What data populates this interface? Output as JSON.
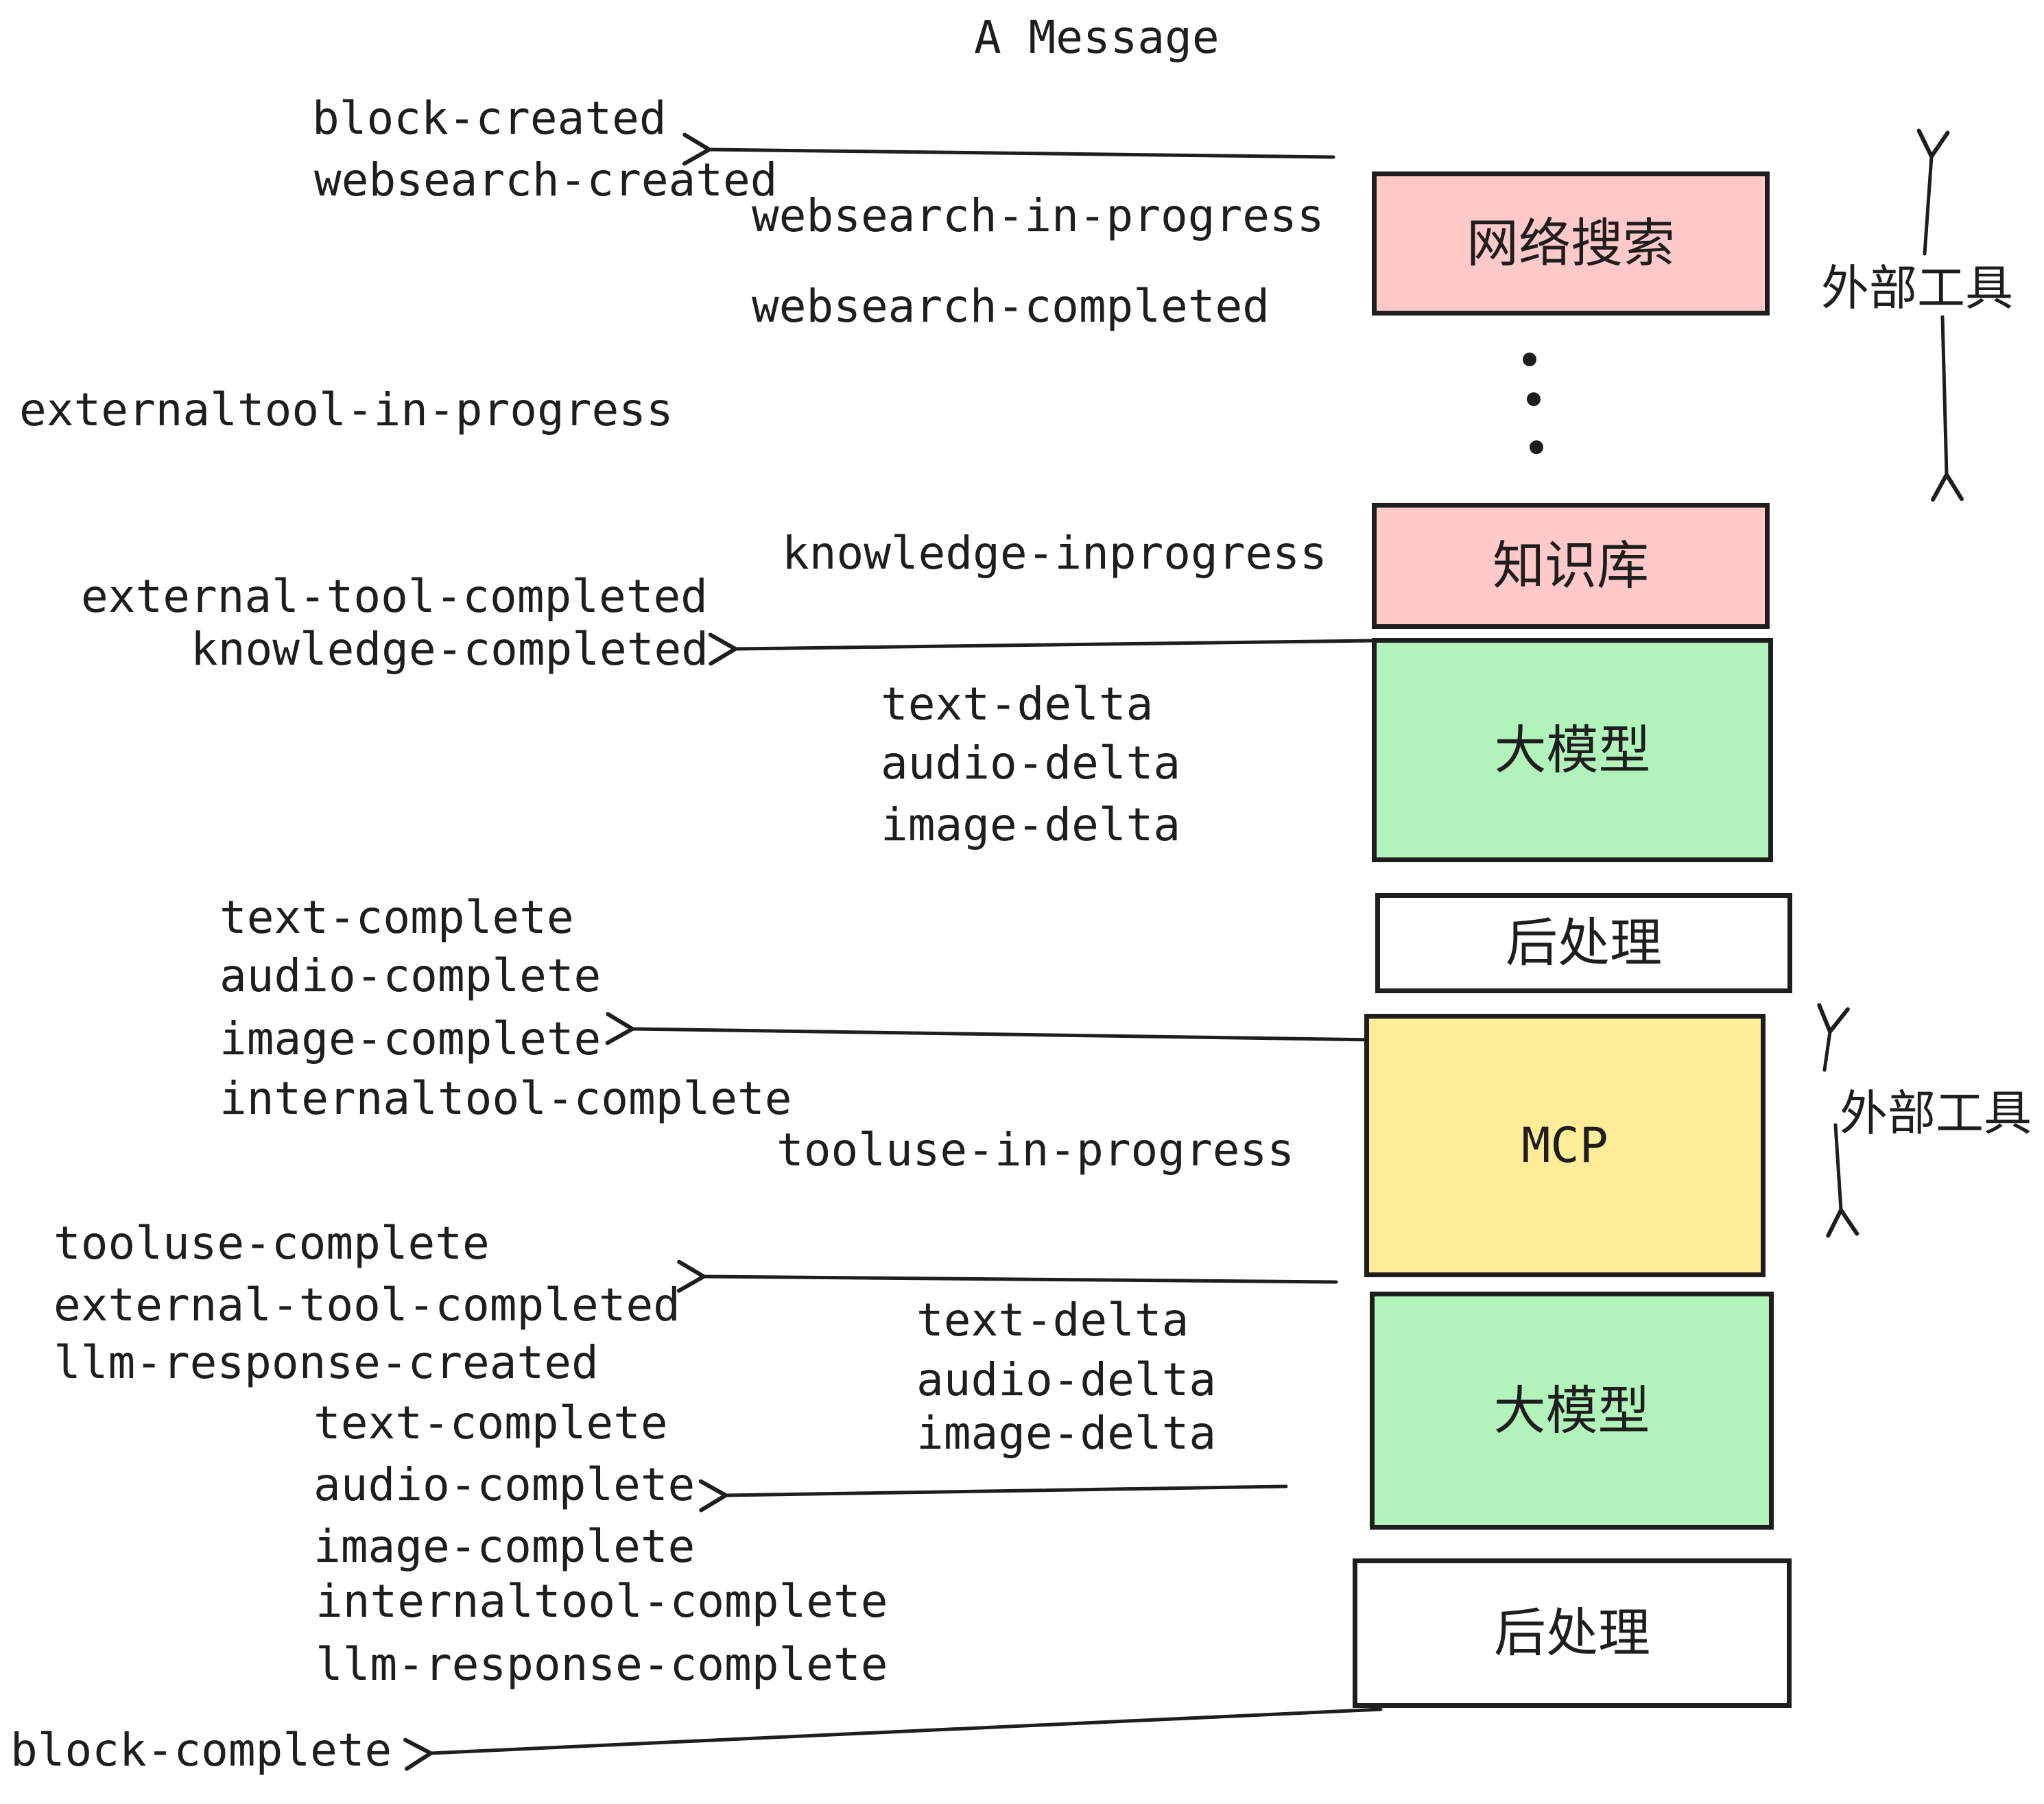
{
  "title": "A Message",
  "colors": {
    "pink": "#ffc9c9",
    "green": "#b2f2bb",
    "yellow": "#ffec99",
    "white": "#ffffff",
    "ink": "#1e1e1e"
  },
  "boxes": [
    {
      "id": "websearch",
      "label": "网络搜索",
      "fill": "#ffc9c9"
    },
    {
      "id": "knowledge",
      "label": "知识库",
      "fill": "#ffc9c9"
    },
    {
      "id": "llm-1",
      "label": "大模型",
      "fill": "#b2f2bb"
    },
    {
      "id": "postprocess-1",
      "label": "后处理",
      "fill": "#ffffff"
    },
    {
      "id": "mcp",
      "label": "MCP",
      "fill": "#ffec99"
    },
    {
      "id": "llm-2",
      "label": "大模型",
      "fill": "#b2f2bb"
    },
    {
      "id": "postprocess-2",
      "label": "后处理",
      "fill": "#ffffff"
    }
  ],
  "side_labels": {
    "external_tools_top": "外部工具",
    "external_tools_mid": "外部工具"
  },
  "events": {
    "block_created": "block-created",
    "websearch_created": "websearch-created",
    "websearch_in_progress": "websearch-in-progress",
    "websearch_completed": "websearch-completed",
    "externaltool_in_progress": "externaltool-in-progress",
    "knowledge_inprogress": "knowledge-inprogress",
    "external_tool_completed": "external-tool-completed",
    "knowledge_completed": "knowledge-completed",
    "text_delta": "text-delta",
    "audio_delta": "audio-delta",
    "image_delta": "image-delta",
    "text_complete": "text-complete",
    "audio_complete": "audio-complete",
    "image_complete": "image-complete",
    "internaltool_complete": "internaltool-complete",
    "tooluse_in_progress": "tooluse-in-progress",
    "tooluse_complete": "tooluse-complete",
    "llm_response_created": "llm-response-created",
    "llm_response_complete": "llm-response-complete",
    "block_complete": "block-complete"
  }
}
